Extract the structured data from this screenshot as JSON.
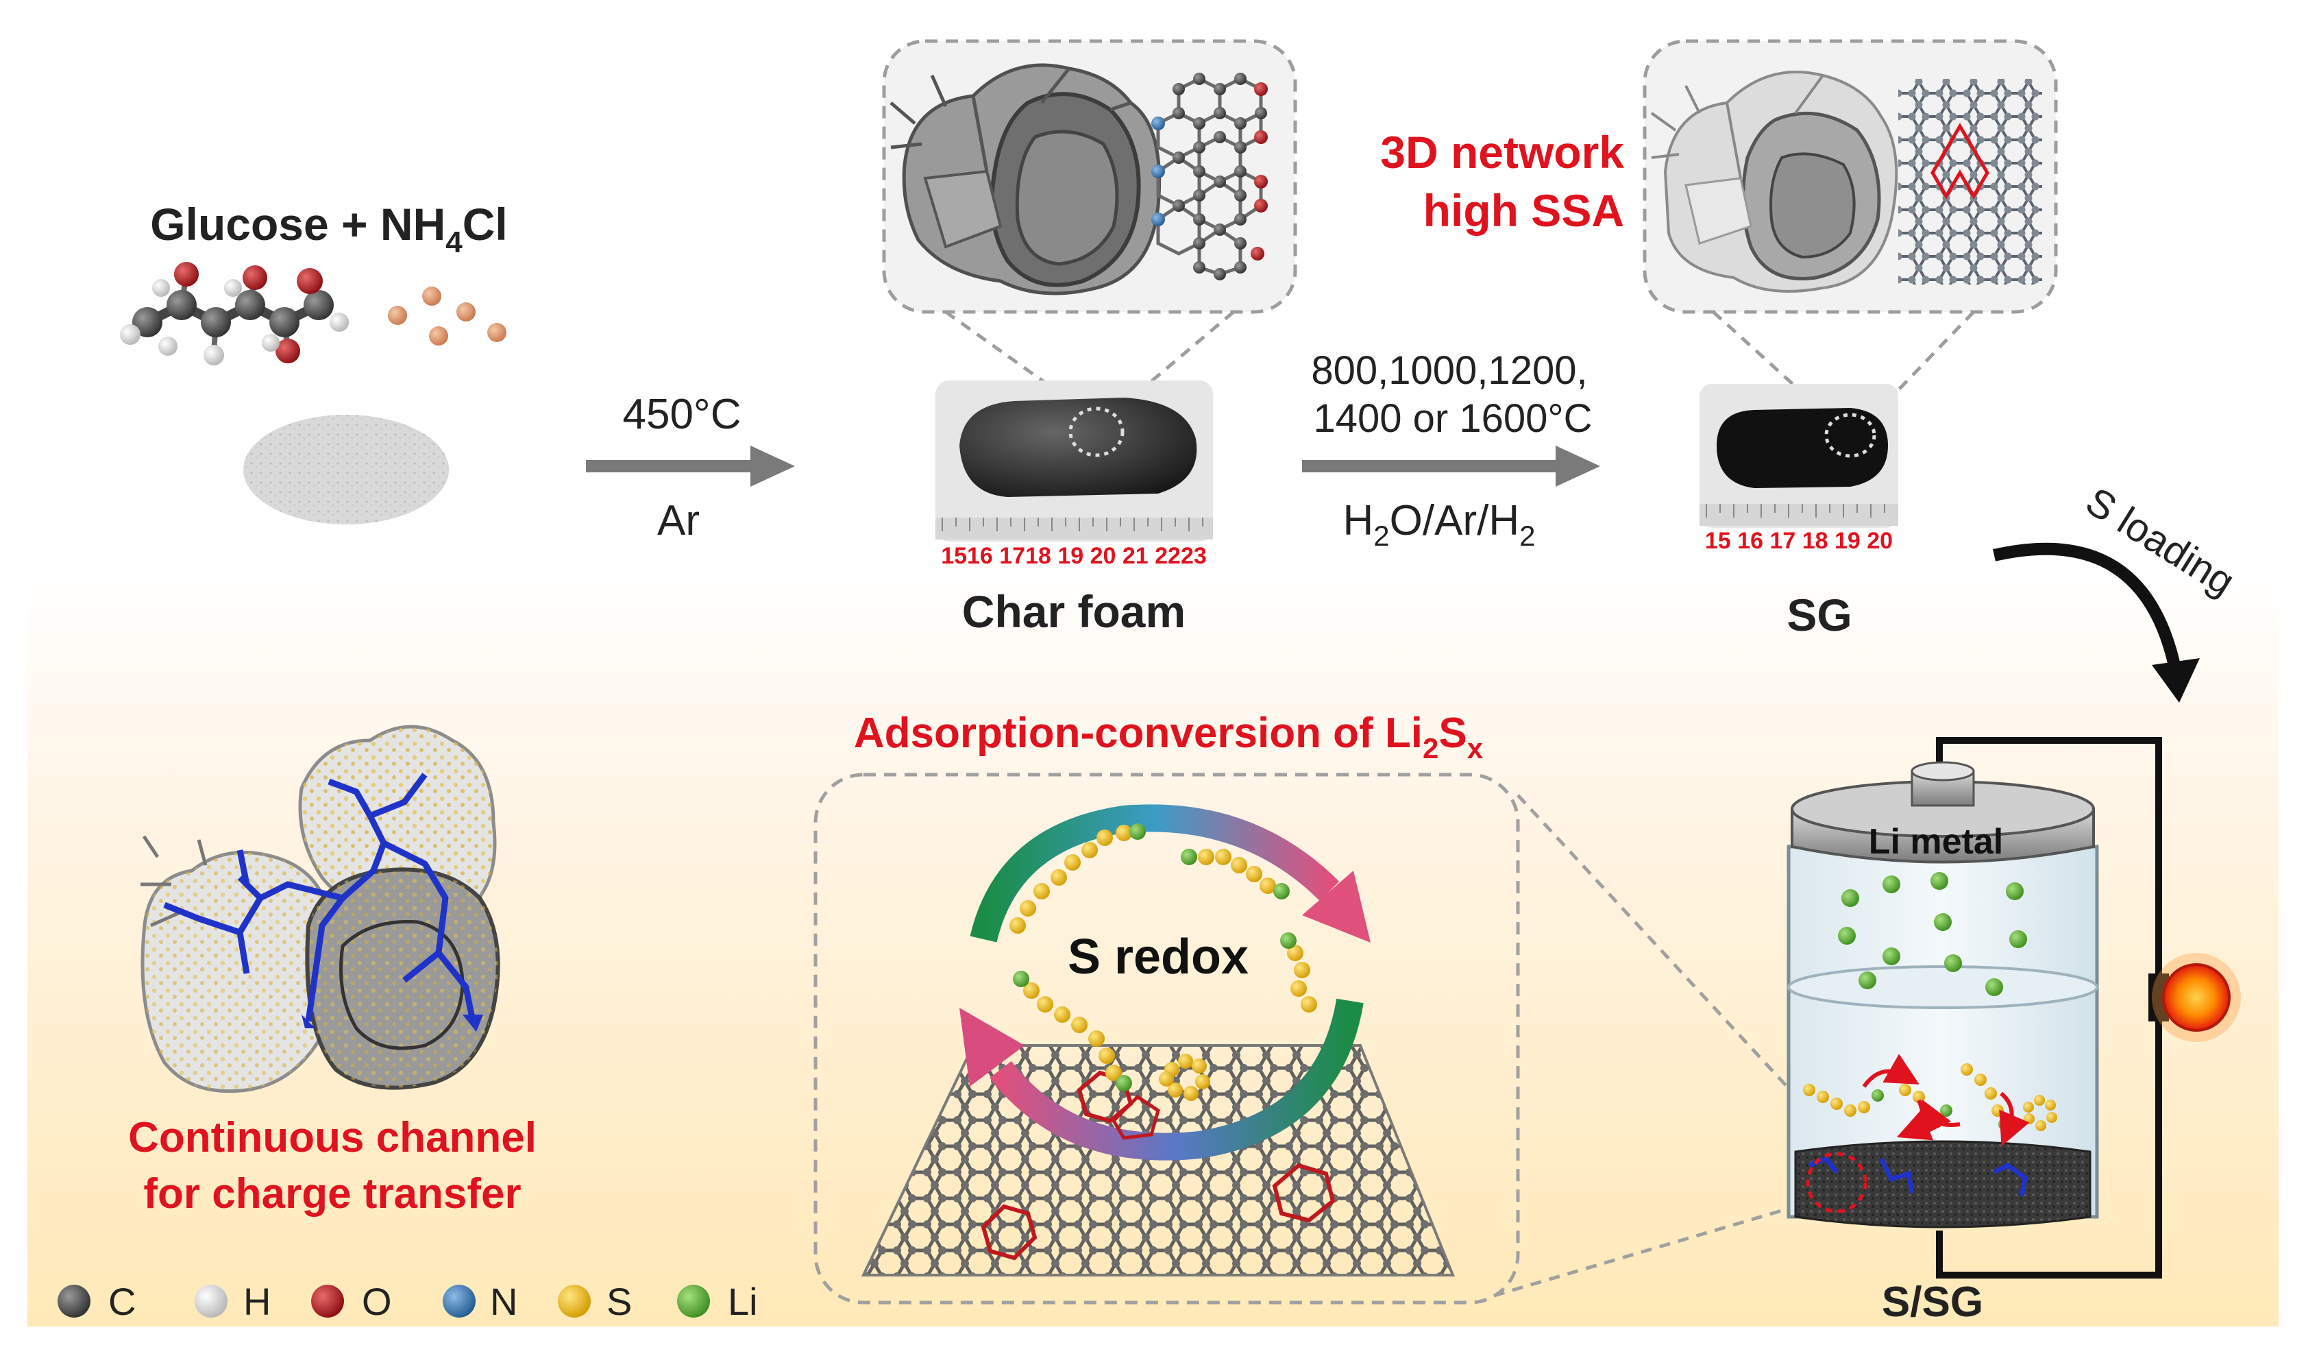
{
  "top": {
    "glucose_label_main": "Glucose + NH",
    "glucose_label_sub": "4",
    "glucose_label_tail": "Cl",
    "step1_temp": "450°C",
    "step1_gas": "Ar",
    "char_foam_label": "Char foam",
    "char_ruler_numbers": "1516 1718 19 20 21 2223",
    "step2_temps_line1": "800,1000,1200,",
    "step2_temps_line2": "1400 or 1600°C",
    "step2_gas_main": "H",
    "step2_gas_sub1": "2",
    "step2_gas_mid": "O/Ar/H",
    "step2_gas_sub2": "2",
    "network_line1": "3D network",
    "network_line2": "high SSA",
    "sg_label": "SG",
    "sg_ruler_numbers": "15 16  17 18  19  20",
    "s_loading": "S loading"
  },
  "bottom": {
    "adsorption_main": "Adsorption-conversion of Li",
    "adsorption_sub1": "2",
    "adsorption_mid": "S",
    "adsorption_sub2": "x",
    "s_redox": "S redox",
    "channel_line1": "Continuous channel",
    "channel_line2": "for charge transfer",
    "li_metal": "Li metal",
    "ssg_label": "S/SG"
  },
  "legend": [
    {
      "symbol": "C",
      "color": "#555555"
    },
    {
      "symbol": "H",
      "color": "#dddddd"
    },
    {
      "symbol": "O",
      "color": "#c0181e"
    },
    {
      "symbol": "N",
      "color": "#3d7fc1"
    },
    {
      "symbol": "S",
      "color": "#f2bd1a"
    },
    {
      "symbol": "Li",
      "color": "#66b83a"
    }
  ],
  "colors": {
    "accent_red": "#e0121d",
    "arrow_gray": "#7a7a7a",
    "channel_blue": "#1f33c9",
    "li_green": "#4caf30",
    "sulfur_yellow": "#f2c014"
  }
}
